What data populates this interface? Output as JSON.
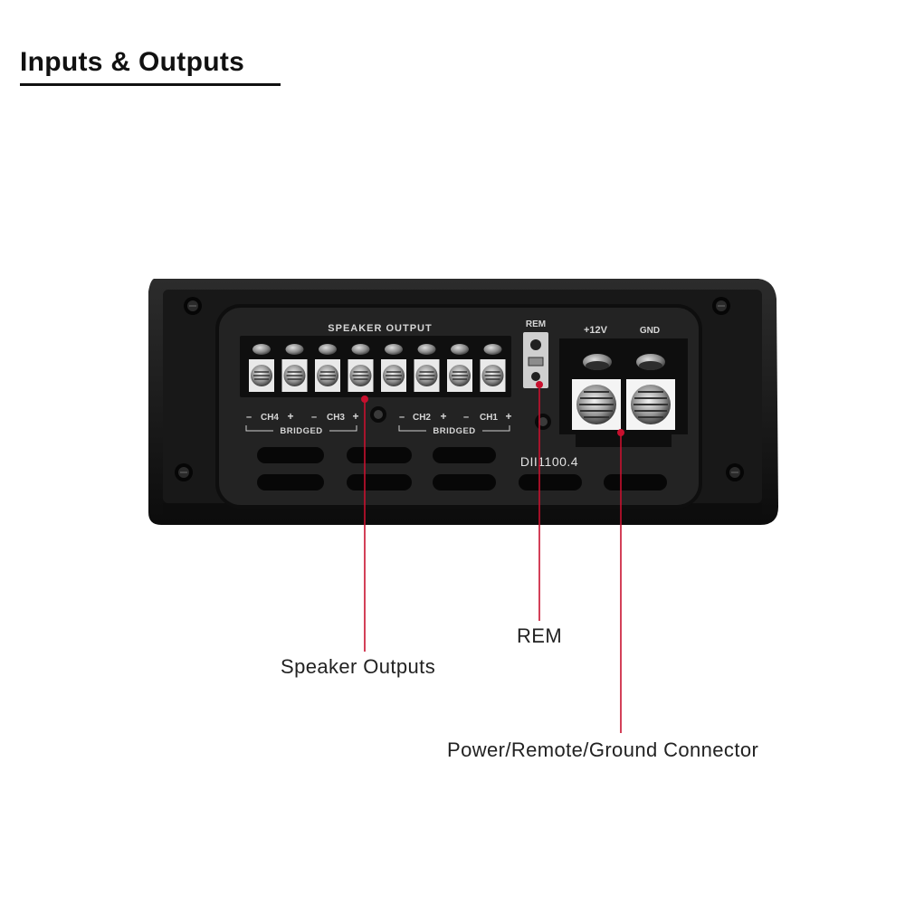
{
  "header": {
    "title": "Inputs & Outputs"
  },
  "panel": {
    "speaker_output_label": "SPEAKER OUTPUT",
    "rem_label": "REM",
    "v12_label": "+12V",
    "gnd_label": "GND",
    "model": "DII1100.4",
    "channels": [
      {
        "minus": "–",
        "name": "CH4",
        "plus": "+"
      },
      {
        "minus": "–",
        "name": "CH3",
        "plus": "+"
      },
      {
        "minus": "–",
        "name": "CH2",
        "plus": "+"
      },
      {
        "minus": "–",
        "name": "CH1",
        "plus": "+"
      }
    ],
    "bridged_labels": [
      "BRIDGED",
      "BRIDGED"
    ]
  },
  "callouts": {
    "speaker": "Speaker Outputs",
    "rem": "REM",
    "power": "Power/Remote/Ground Connector"
  },
  "colors": {
    "accent": "#c8102e",
    "chassis": "#151515",
    "panel": "#232323"
  }
}
